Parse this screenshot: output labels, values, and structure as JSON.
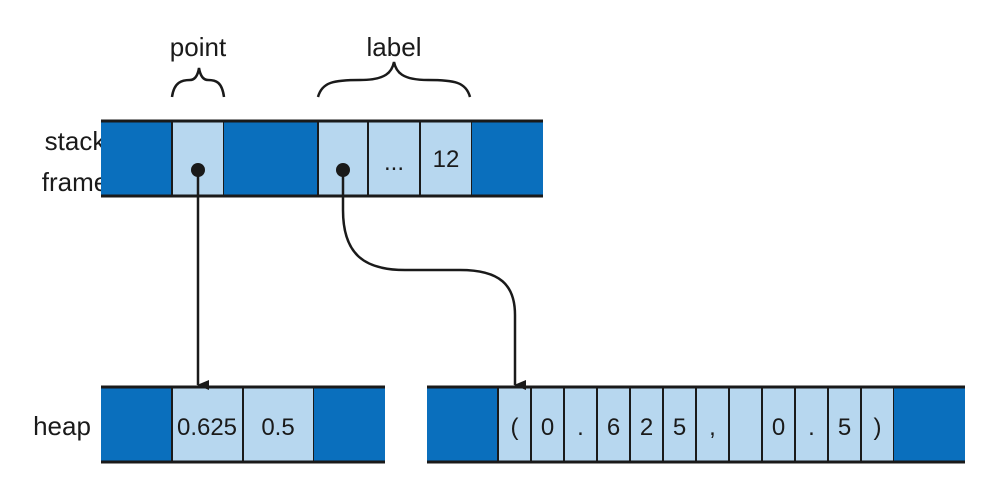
{
  "labels": {
    "point": "point",
    "label": "label",
    "stack_line1": "stack",
    "stack_line2": "frame",
    "heap": "heap"
  },
  "stack": {
    "cells": [
      "",
      "",
      "",
      "",
      "...",
      "12",
      ""
    ]
  },
  "heap_point": {
    "cells": [
      "",
      "0.625",
      "0.5",
      ""
    ]
  },
  "heap_string": {
    "cells": [
      "",
      "(",
      "0",
      ".",
      "6",
      "2",
      "5",
      ",",
      " ",
      "0",
      ".",
      "5",
      ")",
      ""
    ]
  },
  "colors": {
    "dark_blue": "#0a6fbd",
    "light_blue": "#b7d7ef",
    "line": "#1a1a1a"
  }
}
